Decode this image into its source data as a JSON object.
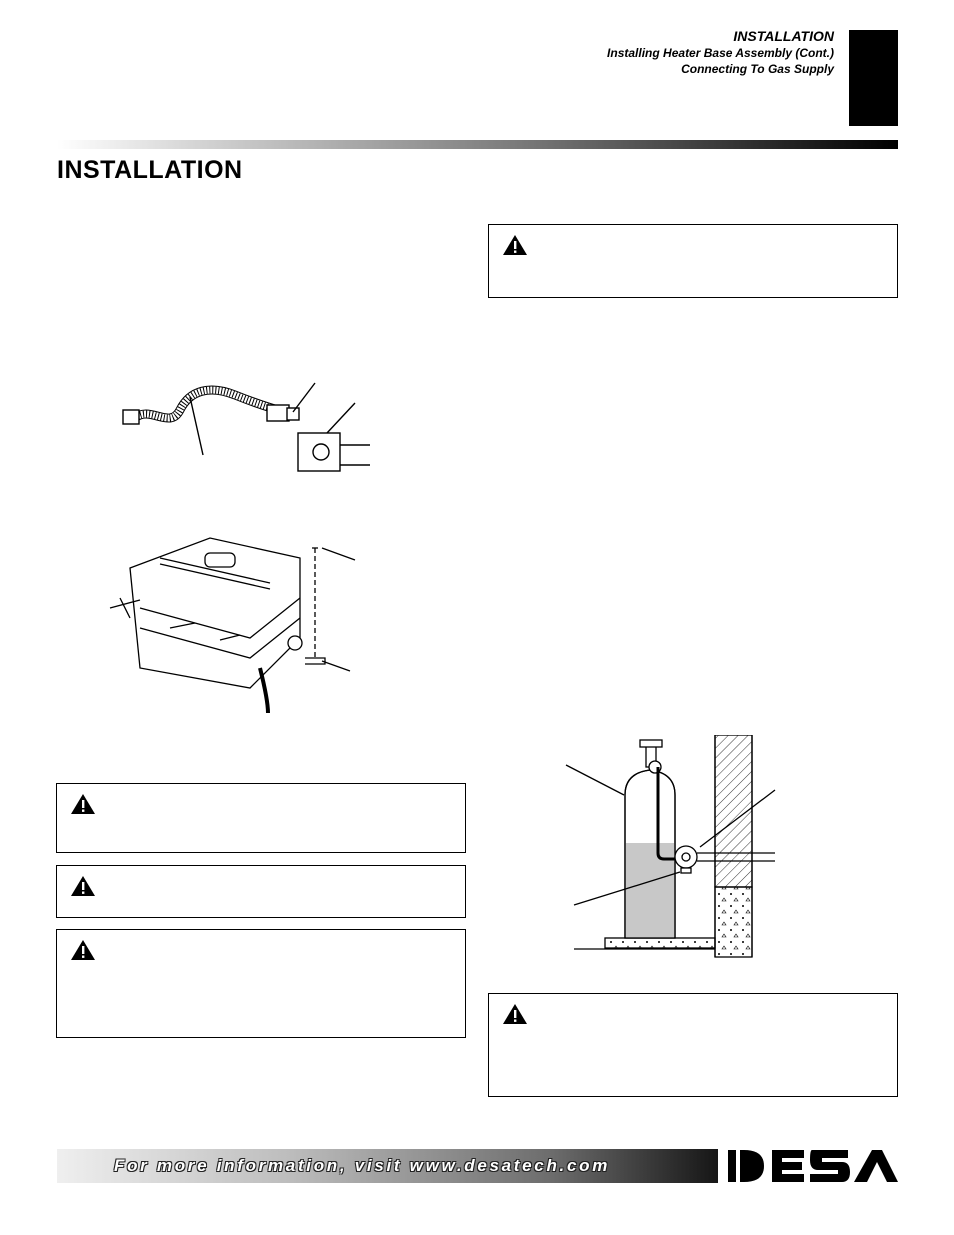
{
  "header": {
    "section": "INSTALLATION",
    "line1": "Installing Heater Base Assembly (Cont.)",
    "line2": "Connecting To Gas Supply"
  },
  "page_title": "INSTALLATION",
  "footer": {
    "text": "For more information, visit www.desatech.com",
    "logo": "DESA"
  },
  "icons": {
    "warning": "warning-triangle-icon"
  },
  "colors": {
    "ink": "#000000",
    "tank_fill": "#c8c8c8",
    "footer_dark": "#161616"
  }
}
